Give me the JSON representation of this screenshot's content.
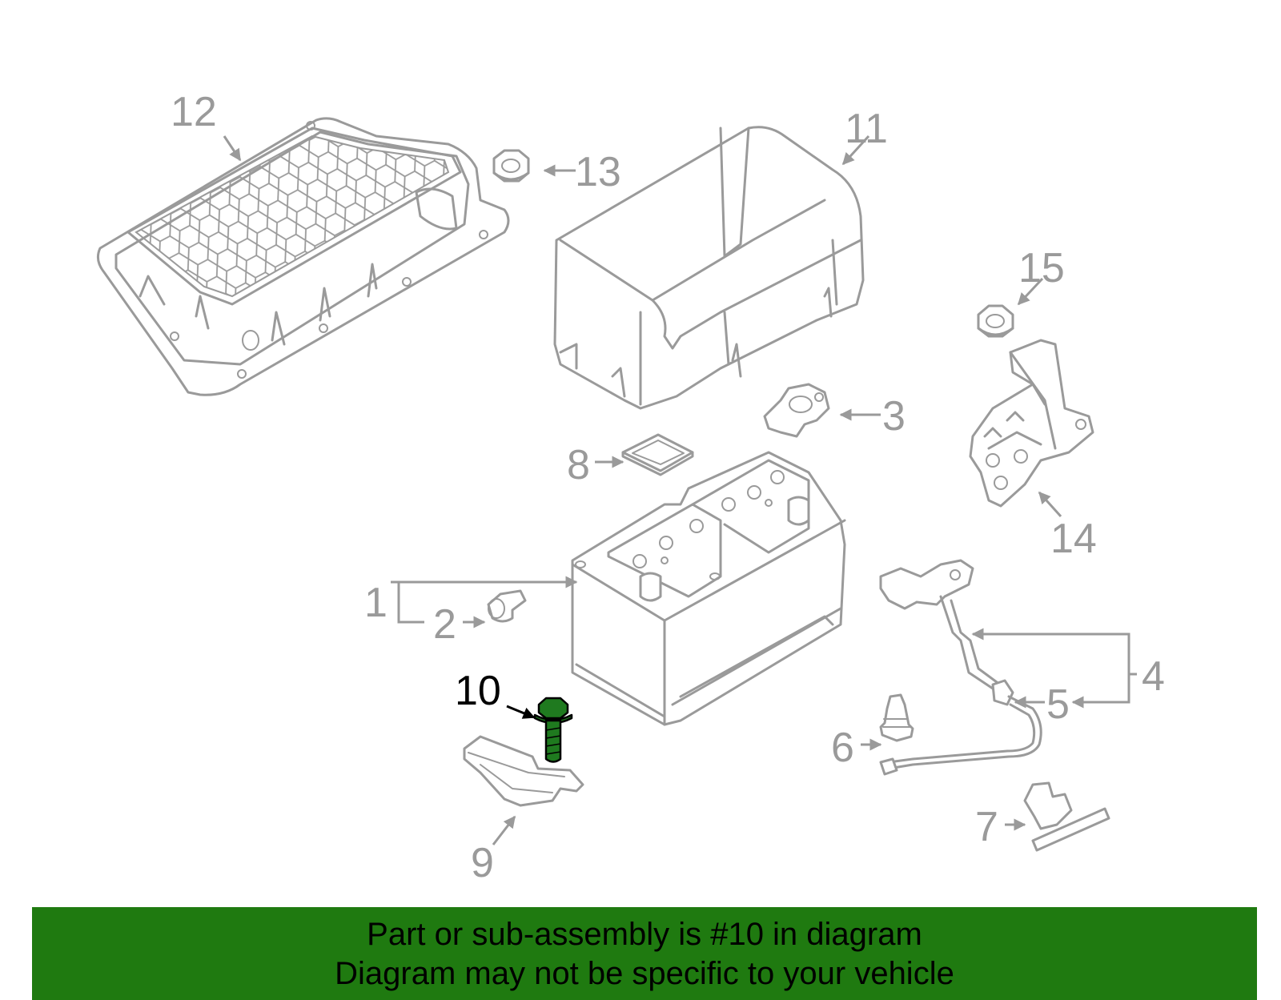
{
  "diagram": {
    "highlighted_part": "10",
    "colors": {
      "part_line": "#9a9a9a",
      "highlight_fill": "#1f7a1f",
      "highlight_label": "#000000",
      "banner_background": "#1f7a10"
    },
    "callouts": {
      "c1": "1",
      "c2": "2",
      "c3": "3",
      "c4": "4",
      "c5": "5",
      "c6": "6",
      "c7": "7",
      "c8": "8",
      "c9": "9",
      "c10": "10",
      "c11": "11",
      "c12": "12",
      "c13": "13",
      "c14": "14",
      "c15": "15"
    }
  },
  "footer": {
    "line1": "Part or sub-assembly is #10 in diagram",
    "line2": "Diagram may not be specific to your vehicle"
  }
}
